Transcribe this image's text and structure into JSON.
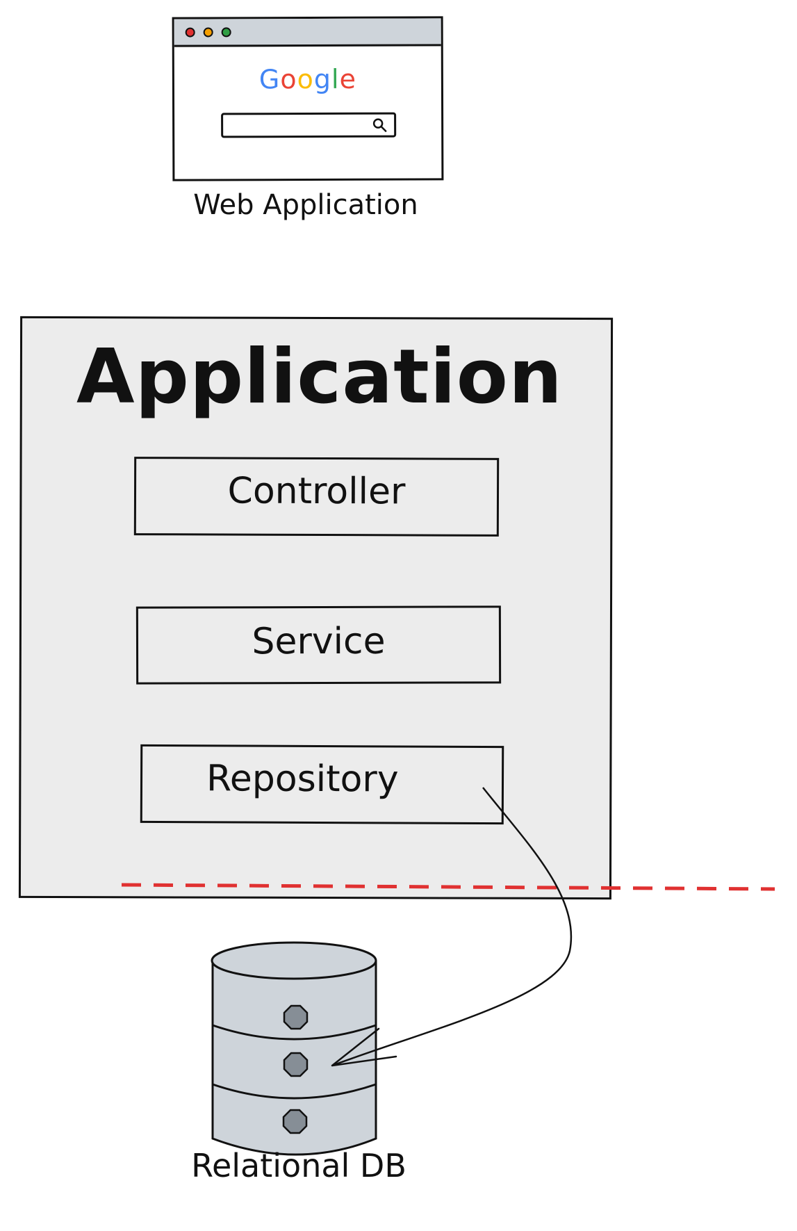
{
  "browser": {
    "logo_text": "Google",
    "logo_letters": [
      "G",
      "o",
      "o",
      "g",
      "l",
      "e"
    ],
    "logo_colors": [
      "#4285F4",
      "#EA4335",
      "#FBBC05",
      "#4285F4",
      "#34A853",
      "#EA4335"
    ],
    "window_dot_colors": [
      "#e03131",
      "#f59f00",
      "#2f9e44"
    ],
    "search_icon": "search-icon",
    "label": "Web Application"
  },
  "application": {
    "title": "Application",
    "layers": [
      {
        "label": "Controller"
      },
      {
        "label": "Service"
      },
      {
        "label": "Repository"
      }
    ]
  },
  "database": {
    "label": "Relational DB",
    "icon": "database-icon",
    "fill_color": "#ced4da",
    "knob_color": "#868e96"
  },
  "boundary": {
    "style": "dashed",
    "color": "#e03131"
  }
}
